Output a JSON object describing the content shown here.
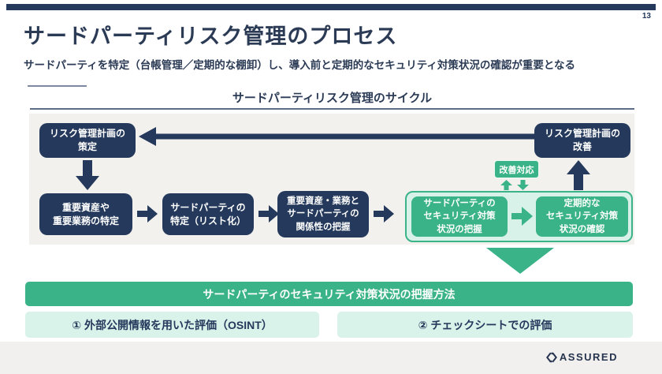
{
  "colors": {
    "navy": "#24395b",
    "green": "#3ab388",
    "mint": "#d9f2ea",
    "panel_bg": "#f2f1ee",
    "footer_bg": "#f1f0ee"
  },
  "header": {
    "page_number": "13",
    "title": "サードパーティリスク管理のプロセス",
    "subtitle": "サードパーティを特定（台帳管理／定期的な棚卸）し、導入前と定期的なセキュリティ対策状況の確認が重要となる"
  },
  "cycle": {
    "heading": "サードパーティリスク管理のサイクル",
    "boxes": {
      "plan": {
        "lines": [
          "リスク管理計画の",
          "策定"
        ]
      },
      "improve": {
        "lines": [
          "リスク管理計画の",
          "改善"
        ]
      },
      "assets": {
        "lines": [
          "重要資産や",
          "重要業務の特定"
        ]
      },
      "identify": {
        "lines": [
          "サードパーティの",
          "特定（リスト化）"
        ]
      },
      "relation": {
        "lines": [
          "重要資産・業務と",
          "サードパーティの",
          "関係性の把握"
        ]
      },
      "grasp": {
        "lines": [
          "サードパーティの",
          "セキュリティ対策",
          "状況の把握"
        ]
      },
      "periodic": {
        "lines": [
          "定期的な",
          "セキュリティ対策",
          "状況の確認"
        ]
      }
    },
    "badge": "改善対応"
  },
  "methods": {
    "bar": "サードパーティのセキュリティ対策状況の把握方法",
    "item1": "① 外部公開情報を用いた評価（OSINT）",
    "item2": "② チェックシートでの評価"
  },
  "footer": {
    "brand": "ASSURED"
  }
}
